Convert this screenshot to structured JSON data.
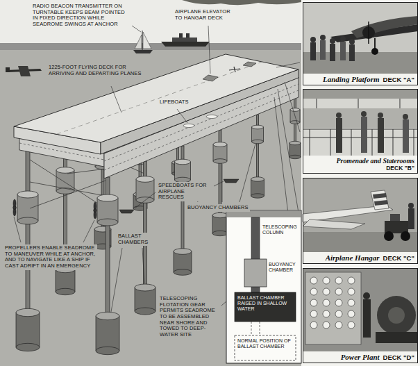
{
  "diagram": {
    "nodes": [
      {
        "text": [
          "Landing Platform",
          "DECK \"A\""
        ]
      },
      {
        "text": [
          "Promenade and Staterooms",
          "DECK \"B\""
        ]
      },
      {
        "text": [
          "Airplane Hangar",
          "DECK \"C\""
        ]
      },
      {
        "text": [
          "Power Plant",
          "DECK \"D\""
        ]
      },
      {
        "text": [
          "TELESCOPING COLUMN",
          "BUOYANCY CHAMBER",
          "BALLAST CHAMBER RAISED IN SHALLOW WATER",
          "NORMAL POSITION OF BALLAST CHAMBER"
        ]
      }
    ],
    "labels": [
      "RADIO BEACON TRANSMITTER ON TURNTABLE KEEPS BEAM POINTED IN FIXED DIRECTION WHILE SEADROME SWINGS AT ANCHOR",
      "AIRPLANE ELEVATOR TO HANGAR DECK",
      "1225-FOOT FLYING DECK FOR ARRIVING AND DEPARTING PLANES",
      "LIFEBOATS",
      "SPEEDBOATS FOR AIRPLANE RESCUES",
      "BUOYANCY CHAMBERS",
      "BALLAST CHAMBERS",
      "PROPELLERS ENABLE SEADROME TO MANEUVER WHILE AT ANCHOR, AND TO NAVIGATE LIKE A SHIP IF CAST ADRIFT IN AN EMERGENCY",
      "TELESCOPING FLOTATION GEAR PERMITS SEADROME TO BE ASSEMBLED NEAR SHORE AND TOWED TO DEEP-WATER SITE"
    ]
  }
}
